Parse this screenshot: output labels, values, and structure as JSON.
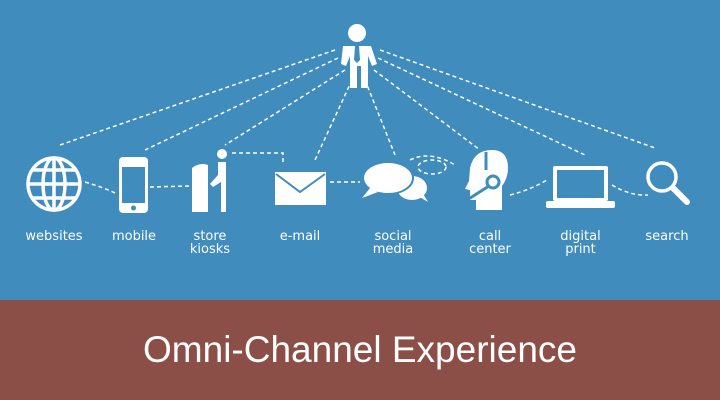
{
  "title": "Omni-Channel Experience",
  "colors": {
    "background": "#3f8cbd",
    "band": "#8c4f48",
    "foreground": "#ffffff"
  },
  "center": {
    "icon": "businessman-icon"
  },
  "channels": [
    {
      "label": "websites",
      "icon": "globe-icon"
    },
    {
      "label": "mobile",
      "icon": "smartphone-icon"
    },
    {
      "label": "store kiosks",
      "icon": "kiosk-icon"
    },
    {
      "label": "e-mail",
      "icon": "envelope-icon"
    },
    {
      "label": "social media",
      "icon": "chat-bubbles-icon"
    },
    {
      "label": "call center",
      "icon": "headset-icon"
    },
    {
      "label": "digital print",
      "icon": "laptop-icon"
    },
    {
      "label": "search",
      "icon": "magnifier-icon"
    }
  ]
}
